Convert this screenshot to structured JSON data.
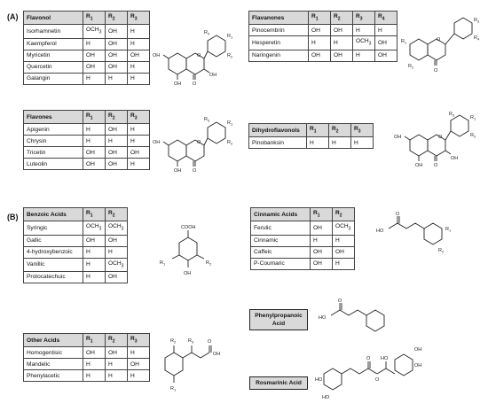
{
  "section_a": {
    "label": "(A)"
  },
  "section_b": {
    "label": "(B)"
  },
  "flavonol": {
    "headers": [
      "Flavonol",
      "R1",
      "R2",
      "R3"
    ],
    "rows": [
      [
        "Isorhamnetin",
        "OCH3",
        "OH",
        "H"
      ],
      [
        "Kaempferol",
        "H",
        "OH",
        "H"
      ],
      [
        "Myricetin",
        "OH",
        "OH",
        "OH"
      ],
      [
        "Quercetin",
        "OH",
        "OH",
        "H"
      ],
      [
        "Galangin",
        "H",
        "H",
        "H"
      ]
    ]
  },
  "flavanones": {
    "headers": [
      "Flavanones",
      "R1",
      "R2",
      "R3",
      "R4"
    ],
    "rows": [
      [
        "Pinocembrin",
        "OH",
        "OH",
        "H",
        "H"
      ],
      [
        "Hesperetin",
        "H",
        "H",
        "OCH3",
        "OH"
      ],
      [
        "Naringenin",
        "OH",
        "OH",
        "H",
        "OH"
      ]
    ]
  },
  "flavones": {
    "headers": [
      "Flavones",
      "R1",
      "R2",
      "R3"
    ],
    "rows": [
      [
        "Apigenin",
        "H",
        "OH",
        "H"
      ],
      [
        "Chrysin",
        "H",
        "H",
        "H"
      ],
      [
        "Tricetin",
        "OH",
        "OH",
        "OH"
      ],
      [
        "Luteolin",
        "OH",
        "OH",
        "H"
      ]
    ]
  },
  "dihydroflavonols": {
    "headers": [
      "Dihydroflavonols",
      "R1",
      "R2",
      "R3"
    ],
    "rows": [
      [
        "Pinobanksin",
        "H",
        "H",
        "H"
      ]
    ]
  },
  "benzoic": {
    "headers": [
      "Benzoic Acids",
      "R1",
      "R2"
    ],
    "rows": [
      [
        "Syringic",
        "OCH3",
        "OCH3"
      ],
      [
        "Gallic",
        "OH",
        "OH"
      ],
      [
        "4-hydroxybenzoic",
        "H",
        "H"
      ],
      [
        "Vanillic",
        "H",
        "OCH3"
      ],
      [
        "Protocatechuic",
        "H",
        "OH"
      ]
    ]
  },
  "cinnamic": {
    "headers": [
      "Cinnamic Acids",
      "R1",
      "R2"
    ],
    "rows": [
      [
        "Ferulic",
        "OH",
        "OCH3"
      ],
      [
        "Cinnamic",
        "H",
        "H"
      ],
      [
        "Caffeic",
        "OH",
        "OH"
      ],
      [
        "P-Coumaric",
        "OH",
        "H"
      ]
    ]
  },
  "other": {
    "headers": [
      "Other Acids",
      "R1",
      "R2",
      "R3"
    ],
    "rows": [
      [
        "Homogentisic",
        "OH",
        "OH",
        "H"
      ],
      [
        "Mandelic",
        "H",
        "H",
        "OH"
      ],
      [
        "Phenylacetic",
        "H",
        "H",
        "H"
      ]
    ]
  },
  "phenylpropanoic": {
    "label": "Phenylpropanoic Acid"
  },
  "rosmarinic": {
    "label": "Rosmarinic Acid"
  },
  "structure_labels": {
    "oh": "OH",
    "o": "O",
    "ho": "HO",
    "cooh": "COOH",
    "r1": "R1",
    "r2": "R2",
    "r3": "R3",
    "r4": "R4"
  }
}
